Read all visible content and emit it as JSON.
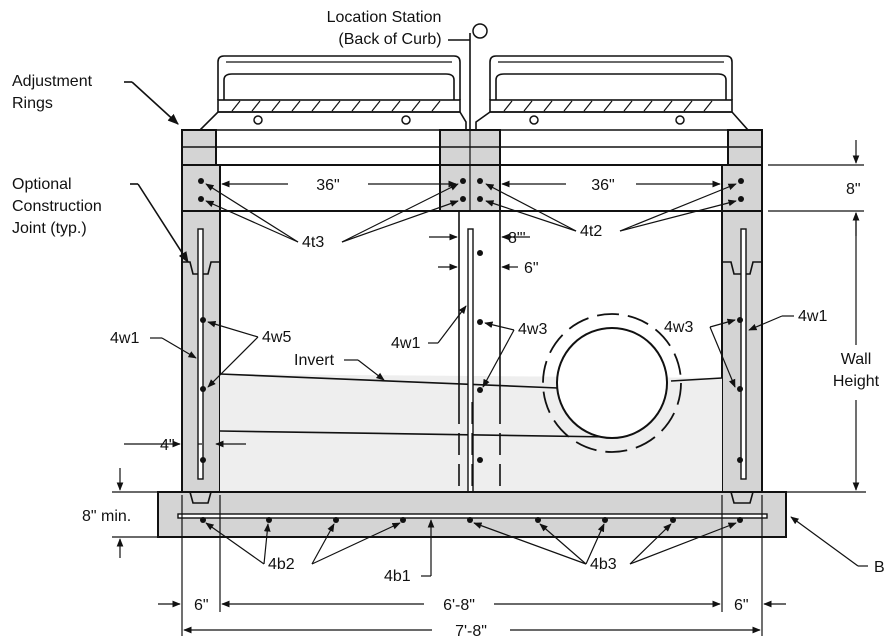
{
  "labels": {
    "location_station": "Location Station",
    "back_of_curb": "(Back of Curb)",
    "adjustment_rings_1": "Adjustment",
    "adjustment_rings_2": "Rings",
    "optional_joint_1": "Optional",
    "optional_joint_2": "Construction",
    "optional_joint_3": "Joint (typ.)",
    "invert": "Invert",
    "wall_height_1": "Wall",
    "wall_height_2": "Height",
    "section_marker": "B"
  },
  "dimensions": {
    "dim_36_left": "36\"",
    "dim_36_right": "36\"",
    "dim_8_top": "8\"",
    "dim_8_wall": "8\"'",
    "dim_6_wall": "6\"",
    "dim_4": "4\"",
    "dim_8_min": "8\" min.",
    "dim_6_left": "6\"",
    "dim_6_8": "6'-8\"",
    "dim_6_right": "6\"",
    "dim_7_8": "7'-8\""
  },
  "rebar": {
    "t3": "4t3",
    "t2": "4t2",
    "w1_left": "4w1",
    "w5": "4w5",
    "w1_mid": "4w1",
    "w3_mid": "4w3",
    "w3_right": "4w3",
    "w1_right": "4w1",
    "b2": "4b2",
    "b1": "4b1",
    "b3": "4b3"
  }
}
